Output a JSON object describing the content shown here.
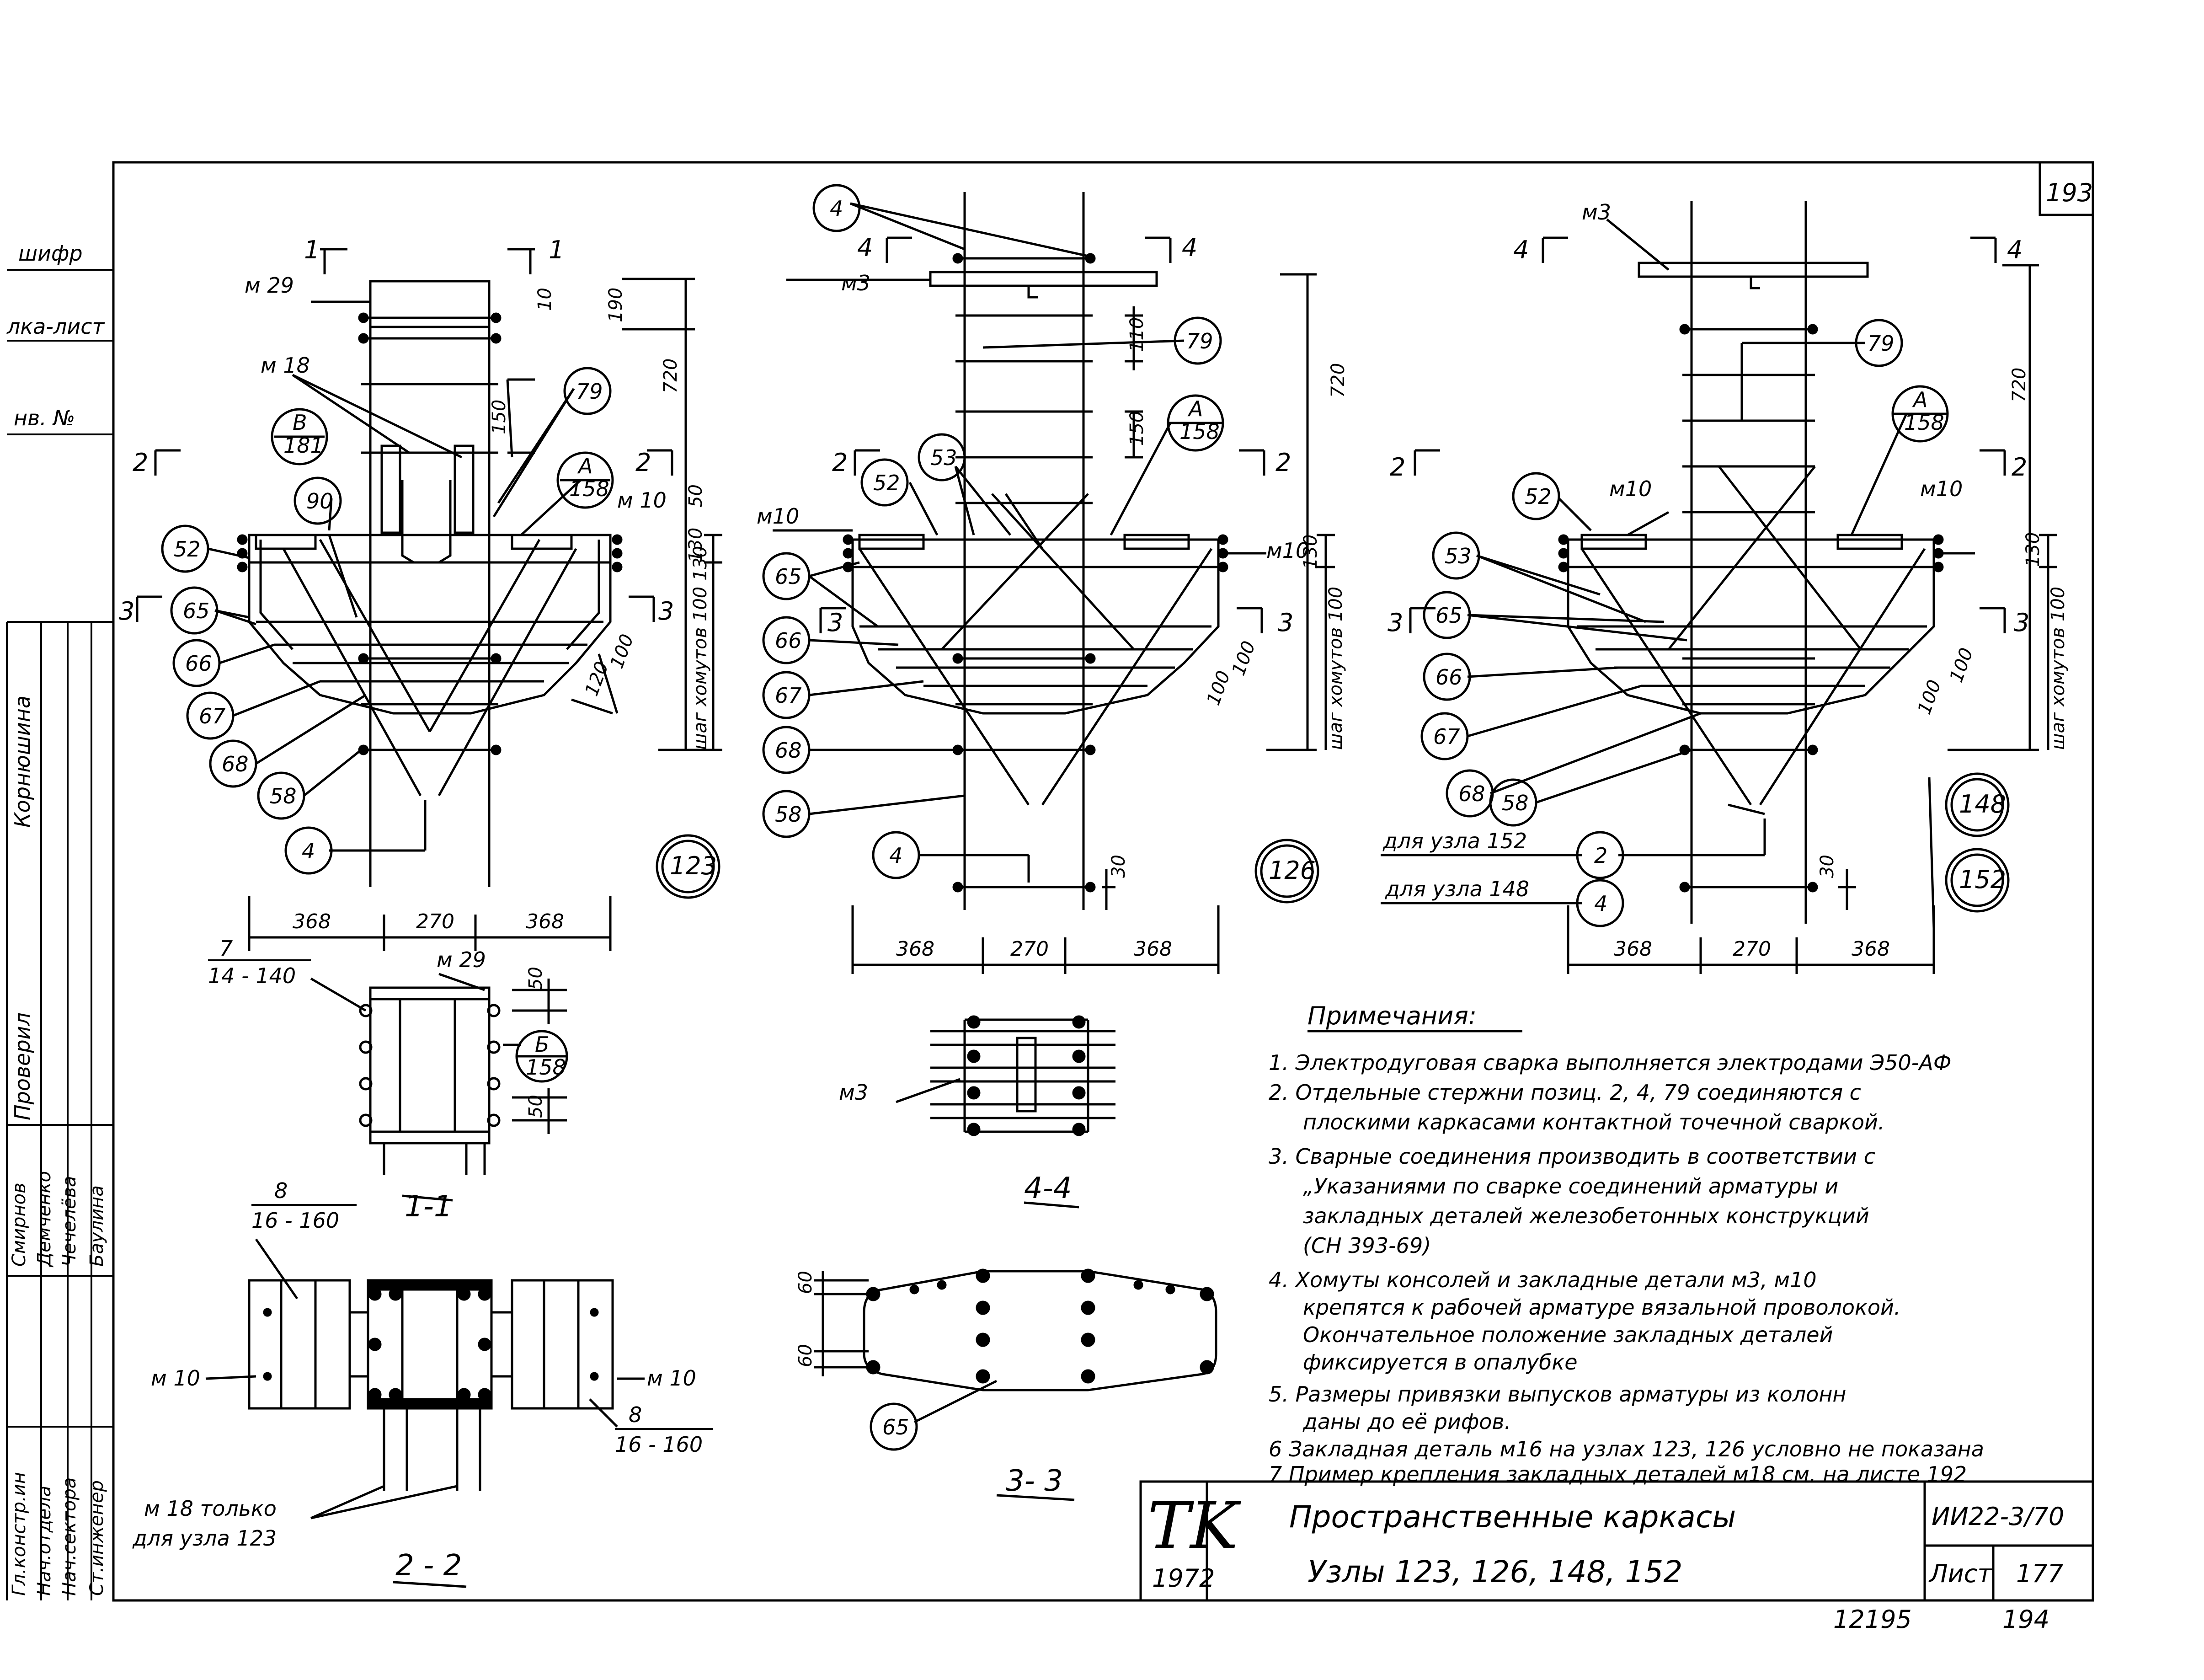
{
  "sheet": {
    "number_top": "193",
    "number_bottom": "194",
    "code": "ИИ22-3/70",
    "sheet_label": "Лист",
    "sheet_no": "177",
    "inv": "12195",
    "tk": "TK",
    "tk_year": "1972",
    "title_line1": "Пространственные каркасы",
    "title_line2": "Узлы 123, 126, 148, 152"
  },
  "left_margin": {
    "shifr": "шифр",
    "kalka": "лка-лист",
    "inv_no": "нв. №",
    "checked": "Проверил",
    "name_v": "Корнюшина"
  },
  "stamp": {
    "roles": [
      "Гл.констр.ин",
      "Нач.отдела",
      "Нач.сектора",
      "Ст.инженер"
    ],
    "names": [
      "Смирнов",
      "Демченко",
      "Чечелёва",
      "Баулина"
    ]
  },
  "node123": {
    "circle": "123",
    "sec1": "1",
    "sec2": "2",
    "sec3": "3",
    "m29": "м 29",
    "m18": "м 18",
    "m10": "м 10",
    "B": "В",
    "B_sheet": "181",
    "A": "А",
    "A_sheet": "158",
    "d190": "190",
    "d720": "720",
    "d150": "150",
    "d10": "10",
    "d50": "50",
    "d130": "130",
    "d100": "100",
    "d120": "120",
    "step": "шаг хомутов 100 130",
    "pos": [
      "79",
      "90",
      "52",
      "65",
      "66",
      "67",
      "68",
      "58",
      "4"
    ],
    "dims": [
      "368",
      "270",
      "368"
    ]
  },
  "node126": {
    "circle": "126",
    "sec2": "2",
    "sec3": "3",
    "sec4": "4",
    "m3": "м3",
    "m10": "м10",
    "A": "А",
    "A_sheet": "158",
    "d110": "110",
    "d720": "720",
    "d150": "150",
    "d130": "130",
    "d100": "100",
    "d30": "30",
    "step": "шаг хомутов 100",
    "pos": [
      "4",
      "79",
      "53",
      "52",
      "65",
      "66",
      "67",
      "68",
      "58",
      "4"
    ],
    "dims": [
      "368",
      "270",
      "368"
    ]
  },
  "node148": {
    "circle1": "148",
    "circle2": "152",
    "sec2": "2",
    "sec3": "3",
    "sec4": "4",
    "m3": "м3",
    "m10": "м10",
    "A": "А",
    "A_sheet": "158",
    "d720": "720",
    "d130": "130",
    "d100": "100",
    "d30": "30",
    "step": "шаг хомутов 100",
    "pos": [
      "79",
      "52",
      "53",
      "65",
      "66",
      "67",
      "68",
      "58"
    ],
    "for152": "для узла 152",
    "for148": "для узла 148",
    "pos2": "2",
    "pos4": "4",
    "dims": [
      "368",
      "270",
      "368"
    ]
  },
  "sec11": {
    "title": "1-1",
    "frac_num": "7",
    "frac_den": "14 - 140",
    "m29": "м 29",
    "d50a": "50",
    "d50b": "50",
    "B": "Б",
    "B_sheet": "158"
  },
  "sec22": {
    "title": "2 - 2",
    "frac1_num": "8",
    "frac1_den": "16 - 160",
    "frac2_num": "8",
    "frac2_den": "16 - 160",
    "m10a": "м 10",
    "m10b": "м 10",
    "note1": "м 18 только",
    "note2": "для узла 123"
  },
  "sec44": {
    "title": "4-4",
    "m3": "м3"
  },
  "sec33": {
    "title": "3- 3",
    "d60a": "60",
    "d60b": "60",
    "pos": "65"
  },
  "notes": {
    "header": "Примечания:",
    "items": [
      "1. Электродуговая сварка выполняется электродами Э50-АФ",
      "2. Отдельные стержни позиц. 2, 4, 79 соединяются с",
      "плоскими каркасами контактной точечной сваркой.",
      "3. Сварные соединения производить в соответствии с",
      "„Указаниями по сварке соединений арматуры и",
      "закладных деталей железобетонных конструкций",
      "(СН 393-69)",
      "4. Хомуты консолей и закладные детали м3, м10",
      "крепятся к рабочей арматуре вязальной проволокой.",
      "Окончательное положение закладных деталей",
      "фиксируется в опалубке",
      "5. Размеры привязки выпусков арматуры из колонн",
      "даны до её рифов.",
      "6 Закладная деталь м16 на узлах 123, 126 условно не показана",
      "7 Пример крепления закладных деталей м18 см. на листе 192"
    ]
  },
  "colors": {
    "ink": "#000000",
    "paper": "#ffffff"
  }
}
